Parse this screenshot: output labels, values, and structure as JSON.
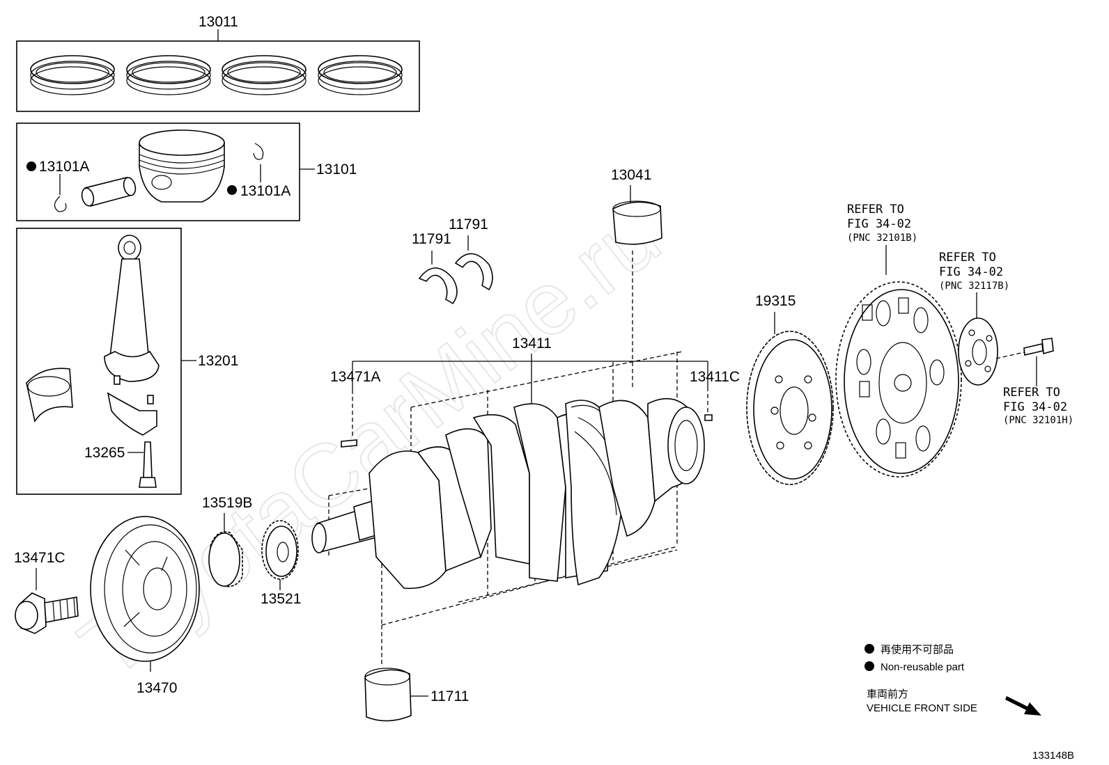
{
  "watermark": "ToyotaCarMine.ru",
  "figure_id": "133148B",
  "parts": {
    "p13011": "13011",
    "p13101": "13101",
    "p13101A_left": "13101A",
    "p13101A_right": "13101A",
    "p13201": "13201",
    "p13265": "13265",
    "p13041": "13041",
    "p11791_a": "11791",
    "p11791_b": "11791",
    "p13411": "13411",
    "p13471A": "13471A",
    "p13411C": "13411C",
    "p19315": "19315",
    "p13519B": "13519B",
    "p13471C": "13471C",
    "p13521": "13521",
    "p13470": "13470",
    "p11711": "11711"
  },
  "refs": {
    "ref1": {
      "line1": "REFER TO",
      "line2": "FIG 34-02",
      "line3": "(PNC 32101B)"
    },
    "ref2": {
      "line1": "REFER TO",
      "line2": "FIG 34-02",
      "line3": "(PNC 32117B)"
    },
    "ref3": {
      "line1": "REFER TO",
      "line2": "FIG 34-02",
      "line3": "(PNC 32101H)"
    }
  },
  "legend": {
    "non_reusable_jp": "再使用不可部品",
    "non_reusable_en": "Non-reusable part",
    "front_jp": "車両前方",
    "front_en": "VEHICLE FRONT SIDE"
  },
  "icons": {
    "bullet": "filled-circle-icon",
    "arrow": "direction-arrow-icon"
  }
}
